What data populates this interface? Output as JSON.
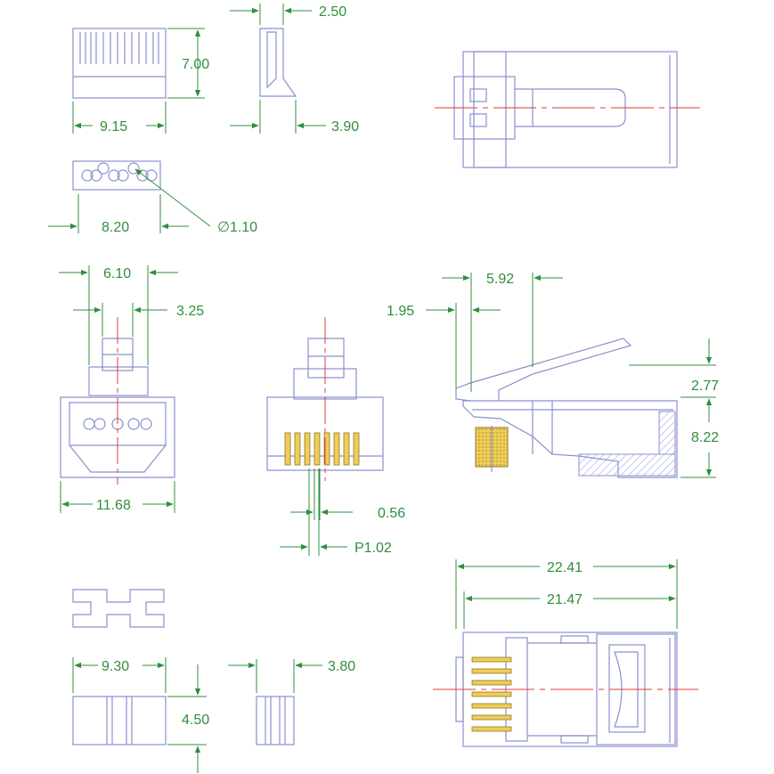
{
  "colors": {
    "outline": "#8a8fd0",
    "dimension": "#2f8f3c",
    "centerline": "#e23b3b",
    "contact": "#f0cc58"
  },
  "dimensions": {
    "latch_top_offset": "2.50",
    "load_bar_height": "7.00",
    "load_bar_width": "9.15",
    "latch_base_offset": "3.90",
    "wire_holder_width": "8.20",
    "wire_hole_diameter": "∅1.10",
    "latch_width": "6.10",
    "latch_tab_width": "3.25",
    "plug_front_width": "11.68",
    "contact_width": "0.56",
    "contact_pitch": "P1.02",
    "side_latch_offset": "1.95",
    "side_latch_length": "5.92",
    "latch_height": "2.77",
    "plug_height": "8.22",
    "overall_length": "22.41",
    "body_length": "21.47",
    "boot_width": "9.30",
    "boot_height": "4.50",
    "boot_side_width": "3.80"
  }
}
